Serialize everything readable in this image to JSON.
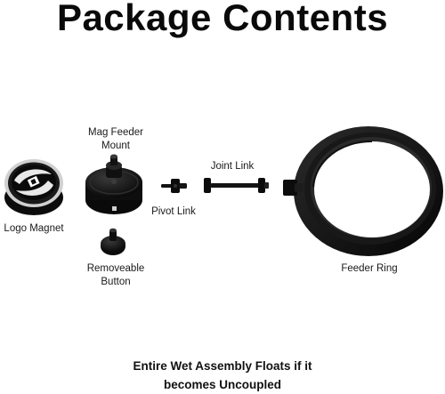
{
  "title": "Package Contents",
  "items": {
    "logo_magnet": "Logo Magnet",
    "mount_line1": "Mag Feeder",
    "mount_line2": "Mount",
    "pivot_link": "Pivot Link",
    "joint_link": "Joint Link",
    "button_line1": "Removeable",
    "button_line2": "Button",
    "feeder_ring": "Feeder Ring"
  },
  "footer": {
    "line1": "Entire Wet Assembly Floats if it",
    "line2": "becomes Uncoupled"
  }
}
